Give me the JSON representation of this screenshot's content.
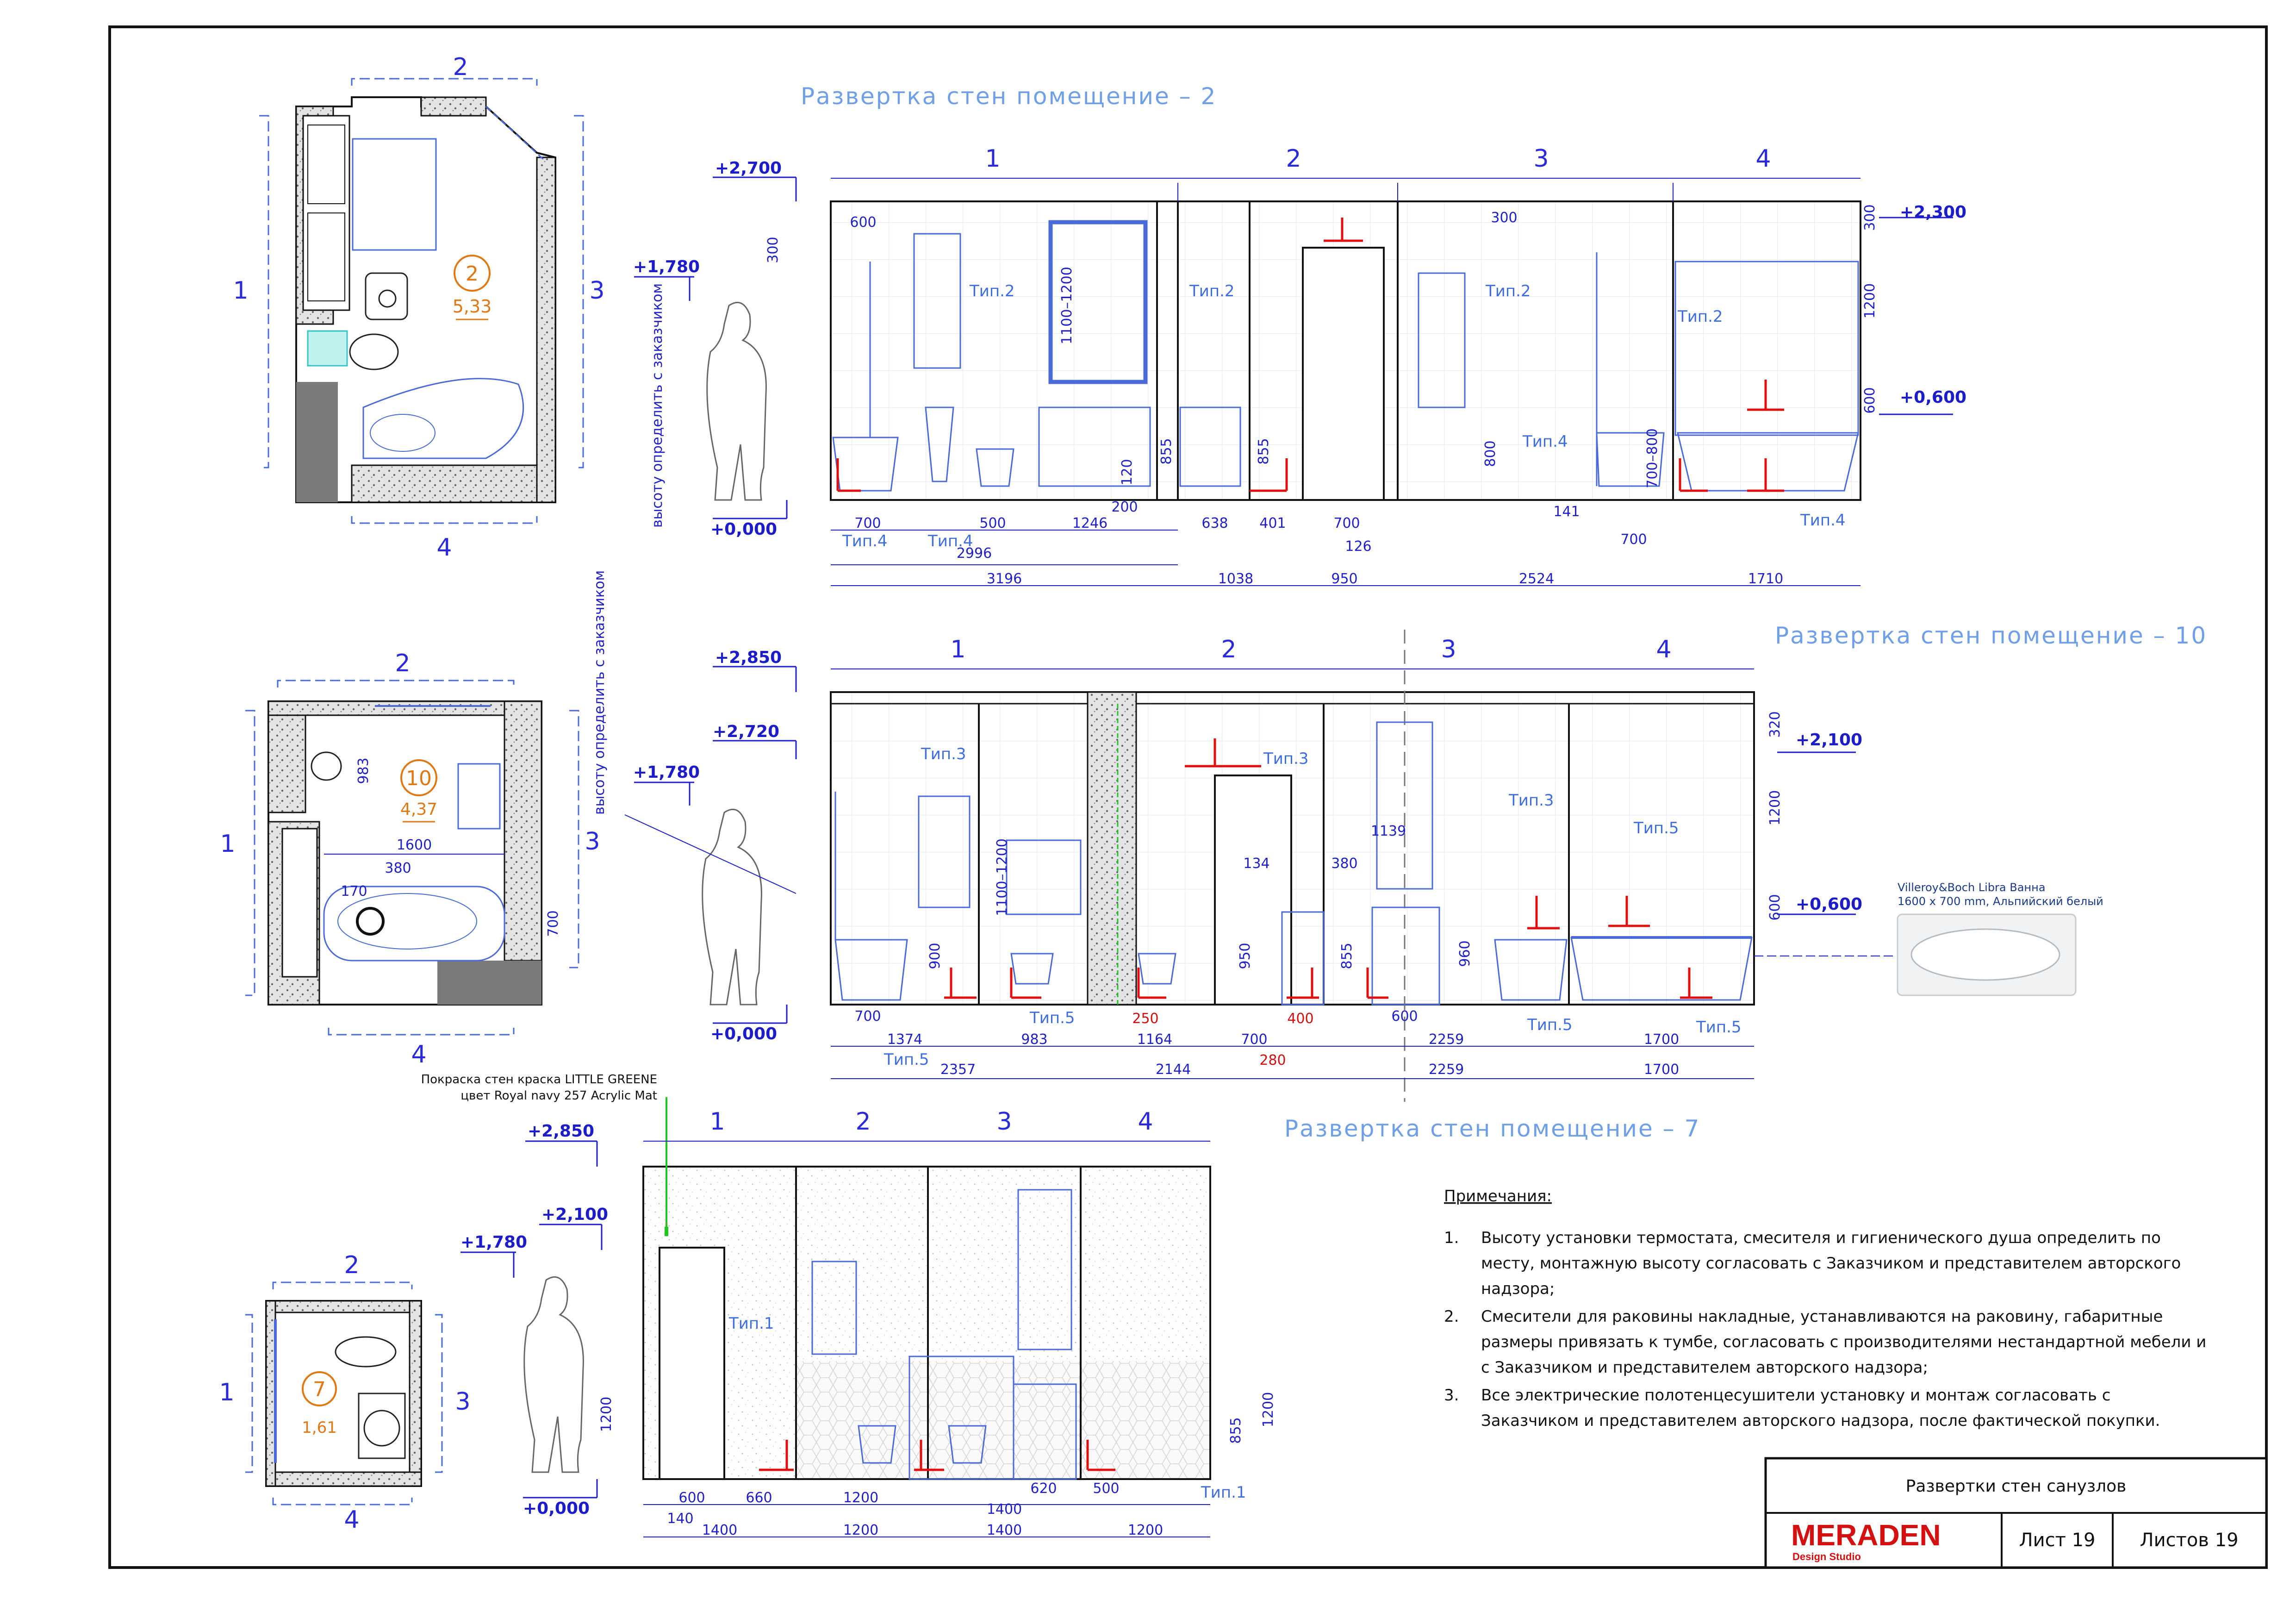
{
  "titles": {
    "room2": "Развертка стен помещение – 2",
    "room10": "Развертка стен помещение – 10",
    "room7": "Развертка стен помещение – 7"
  },
  "plans": {
    "room2": {
      "number": "2",
      "area": "5,33",
      "sides": [
        "1",
        "2",
        "3",
        "4"
      ]
    },
    "room10": {
      "number": "10",
      "area": "4,37",
      "sides": [
        "1",
        "2",
        "3",
        "4"
      ],
      "dims": [
        "983",
        "1600",
        "380",
        "170",
        "700"
      ]
    },
    "room7": {
      "number": "7",
      "area": "1,61",
      "sides": [
        "1",
        "2",
        "3",
        "4"
      ]
    }
  },
  "elev2": {
    "walls": [
      "1",
      "2",
      "3",
      "4"
    ],
    "levels": [
      "+2,700",
      "+1,780",
      "+0,000",
      "+2,300",
      "+0,600"
    ],
    "types": [
      "Тип.2",
      "Тип.2",
      "Тип.2",
      "Тип.2",
      "Тип.4",
      "Тип.4",
      "Тип.4",
      "Тип.4"
    ],
    "dims_mid": [
      "700",
      "500",
      "1246",
      "638",
      "401",
      "700",
      "126",
      "141",
      "700"
    ],
    "dims_bottom": [
      "2996",
      "3196",
      "1038",
      "950",
      "2524",
      "1710"
    ],
    "dims_v": [
      "300",
      "855",
      "855",
      "120",
      "1100–1200",
      "800",
      "700–800",
      "300",
      "1200",
      "600"
    ],
    "dims_top": [
      "600",
      "300",
      "200"
    ],
    "vertical_note": "высоту определить с заказчиком"
  },
  "elev10": {
    "walls": [
      "1",
      "2",
      "3",
      "4"
    ],
    "levels": [
      "+2,850",
      "+2,720",
      "+1,780",
      "+0,000",
      "+2,100",
      "+0,600"
    ],
    "types": [
      "Тип.3",
      "Тип.3",
      "Тип.3",
      "Тип.5",
      "Тип.5",
      "Тип.5",
      "Тип.5",
      "Тип.5"
    ],
    "dims_mid": [
      "700",
      "1374",
      "983",
      "1164",
      "700",
      "2259",
      "1700",
      "600"
    ],
    "dims_red": [
      "250",
      "400",
      "280"
    ],
    "dims_bottom": [
      "2357",
      "2144",
      "2259",
      "1700"
    ],
    "dims_v": [
      "900",
      "1100–1200",
      "950",
      "855",
      "960",
      "320",
      "1200",
      "600"
    ],
    "dims_top": [
      "134",
      "380",
      "1139"
    ],
    "vertical_note": "высоту определить с заказчиком",
    "bath_name": "Villeroy&Boch Libra Ванна",
    "bath_spec": "1600 x 700 mm, Альпийский белый"
  },
  "elev7": {
    "walls": [
      "1",
      "2",
      "3",
      "4"
    ],
    "levels": [
      "+2,850",
      "+2,100",
      "+1,780",
      "+0,000"
    ],
    "types": [
      "Тип.1",
      "Тип.1"
    ],
    "dims_mid": [
      "600",
      "660",
      "1200",
      "1400",
      "620",
      "500",
      "140"
    ],
    "dims_bottom": [
      "1400",
      "1200",
      "1400",
      "1200"
    ],
    "dims_v": [
      "1200",
      "855",
      "1200"
    ],
    "paint_line1": "Покраска стен краска LITTLE GREENE",
    "paint_line2": "цвет Royal navy 257 Acrylic Mat"
  },
  "notes": {
    "heading": "Примечания:",
    "items": [
      {
        "n": "1.",
        "lines": [
          "Высоту установки термостата, смесителя и гигиенического душа определить по",
          "месту, монтажную высоту согласовать с Заказчиком и представителем авторского",
          "надзора;"
        ]
      },
      {
        "n": "2.",
        "lines": [
          "Смесители для раковины накладные, устанавливаются на раковину, габаритные",
          "размеры привязать к тумбе, согласовать с производителями нестандартной мебели и",
          "с Заказчиком и представителем авторского надзора;"
        ]
      },
      {
        "n": "3.",
        "lines": [
          "Все электрические полотенцесушители установку и монтаж согласовать с",
          "Заказчиком и представителем авторского надзора, после фактической покупки."
        ]
      }
    ]
  },
  "stamp": {
    "sheet_title": "Развертки стен санузлов",
    "brand": "MERADEN",
    "brand_sub": "Design Studio",
    "sheet": "Лист 19",
    "sheets": "Листов 19"
  },
  "colors": {
    "line": "#1c1cc8",
    "title": "#6f9fe6",
    "room_label": "#e07814",
    "accent": "#d41010",
    "paint_marker": "#22c422"
  }
}
